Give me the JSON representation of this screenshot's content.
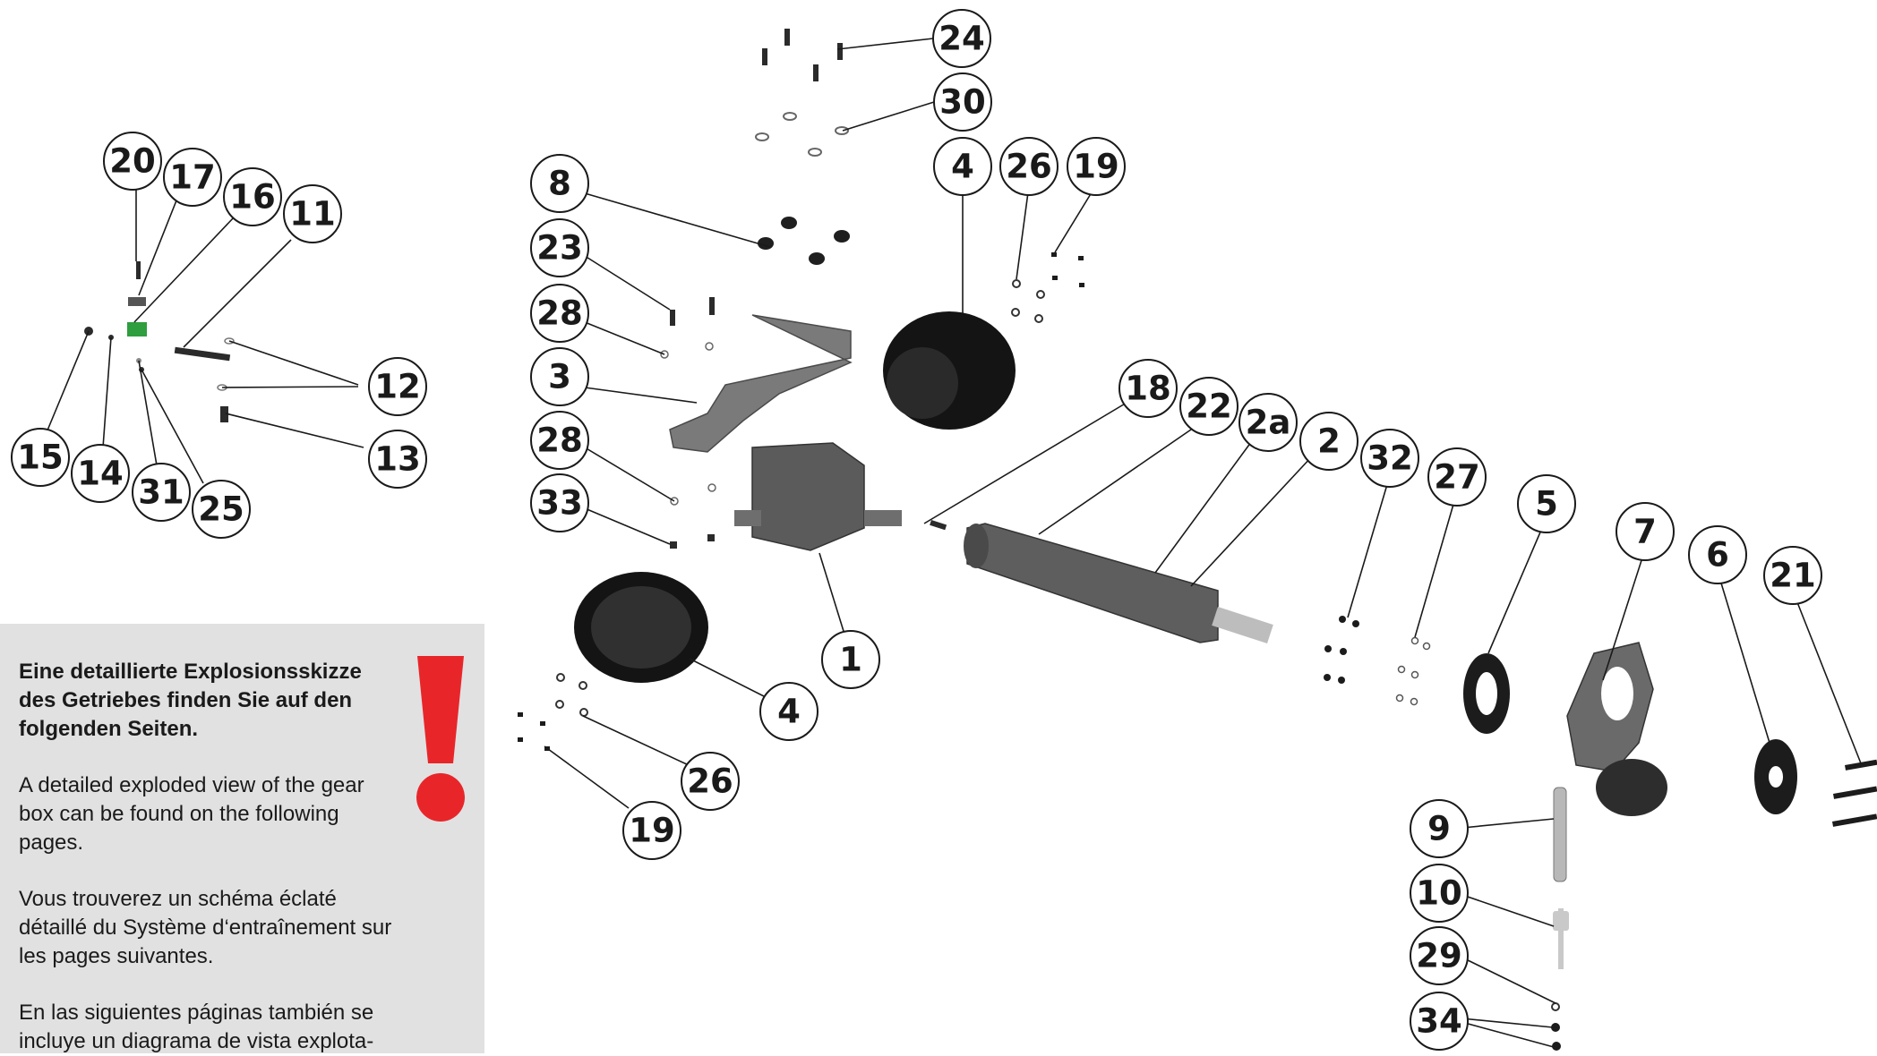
{
  "note": {
    "de": "Eine detaillierte Explosionsskizze des Getriebes finden Sie auf den folgenden Seiten.",
    "en": "A detailed exploded view of the gear box can be found on the following pages.",
    "fr": "Vous trouverez un schéma éclaté détaillé du Système d‘entraînement sur les pages suivantes.",
    "es": "En las siguientes páginas también se incluye un diagrama de vista explota-"
  },
  "warning_icon": "exclamation-icon",
  "colors": {
    "warning": "#e8262a",
    "panel": "#e1e1e2",
    "part_dark": "#2b2b2b",
    "part_gray": "#6e6e6e",
    "highlight_part": "#2e9e3e"
  },
  "callouts": {
    "c20": "20",
    "c17": "17",
    "c16": "16",
    "c11": "11",
    "c12": "12",
    "c13": "13",
    "c15": "15",
    "c14": "14",
    "c31": "31",
    "c25": "25",
    "c24": "24",
    "c30": "30",
    "c8": "8",
    "c23": "23",
    "c28a": "28",
    "c3": "3",
    "c28b": "28",
    "c33": "33",
    "c4a": "4",
    "c26a": "26",
    "c19a": "19",
    "c4b": "4",
    "c26b": "26",
    "c19b": "19",
    "c1": "1",
    "c18": "18",
    "c22": "22",
    "c2a": "2a",
    "c2": "2",
    "c32": "32",
    "c27": "27",
    "c5": "5",
    "c7": "7",
    "c6": "6",
    "c21": "21",
    "c9": "9",
    "c10": "10",
    "c29": "29",
    "c34": "34"
  }
}
